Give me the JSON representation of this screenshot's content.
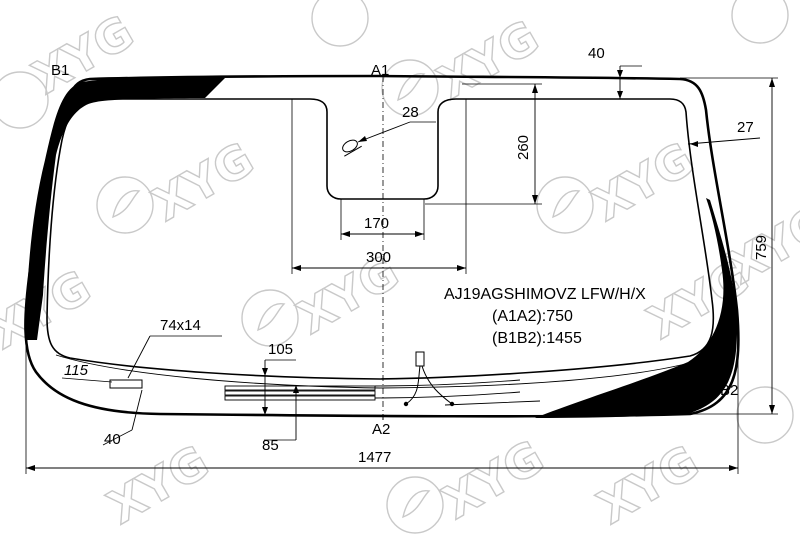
{
  "watermark": {
    "text": "XYG"
  },
  "part": {
    "code": "AJ19AGSHIMOVZ LFW/H/X",
    "a1a2": "(A1A2):750",
    "b1b2": "(B1B2):1455"
  },
  "points": {
    "a1": "A1",
    "a2": "A2",
    "b1": "B1",
    "b2": "B2"
  },
  "dimensions": {
    "width_total": "1477",
    "height_total": "759",
    "d40_top": "40",
    "d27": "27",
    "d28": "28",
    "d260": "260",
    "d170": "170",
    "d300": "300",
    "d74x14": "74x14",
    "d115": "115",
    "d105": "105",
    "d85": "85",
    "d40_bottom": "40"
  }
}
